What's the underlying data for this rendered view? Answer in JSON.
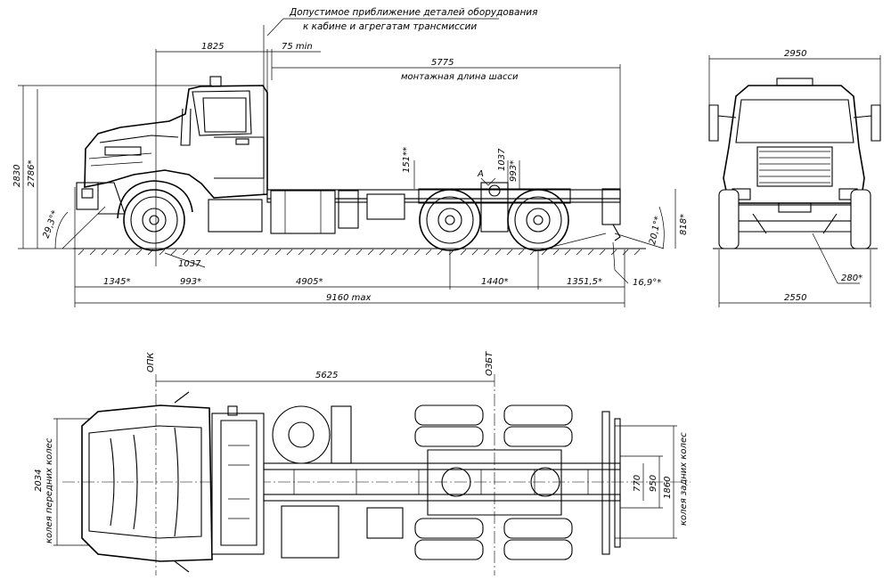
{
  "notes": {
    "clearance_line1": "Допустимое приближение деталей оборудования",
    "clearance_line2": "к кабине и агрегатам трансмиссии",
    "mounting_length_label": "монтажная длина шасси"
  },
  "side_view": {
    "top_dims": {
      "front_to_cab_back": "1825",
      "clearance_min": "75 min",
      "mounting_length": "5775"
    },
    "height_dims": {
      "total_height": "2830",
      "height_loaded": "2786*"
    },
    "angles": {
      "approach": "29,3°*",
      "departure": "20,1°*",
      "ramp": "16,9°*"
    },
    "frame_dims": {
      "a": "151**",
      "b": "1037",
      "c": "993*",
      "frame_height": "818*",
      "point_label": "A"
    },
    "front_axle_dims": {
      "frame_a": "1037",
      "frame_b": "993*"
    },
    "bottom_dims": {
      "front_overhang": "1345*",
      "wheelbase": "4905*",
      "rear_axle_spacing": "1440*",
      "rear_overhang": "1351,5*",
      "total_length": "9160 max"
    }
  },
  "front_view": {
    "mirror_width": "2950",
    "overall_width": "2550",
    "ground_clearance": "280*"
  },
  "top_view": {
    "opk_label": "ОПК",
    "ozbt_label": "ОЗБТ",
    "front_to_rear_axle": "5625",
    "front_track": "2034",
    "front_track_label": "колея передних колес",
    "rear_track": "1860",
    "rear_track_label": "колея задних колес",
    "frame_width_inner": "770",
    "frame_width_outer": "950"
  }
}
